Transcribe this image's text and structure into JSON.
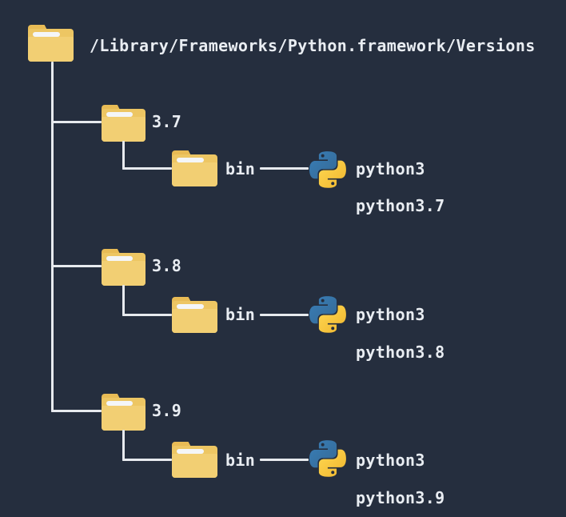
{
  "root": {
    "path": "/Library/Frameworks/Python.framework/Versions"
  },
  "versions": [
    {
      "name": "3.7",
      "bin": "bin",
      "exe_primary": "python3",
      "exe_versioned": "python3.7"
    },
    {
      "name": "3.8",
      "bin": "bin",
      "exe_primary": "python3",
      "exe_versioned": "python3.8"
    },
    {
      "name": "3.9",
      "bin": "bin",
      "exe_primary": "python3",
      "exe_versioned": "python3.9"
    }
  ],
  "icons": {
    "folder": "folder-icon",
    "python": "python-logo-icon"
  },
  "colors": {
    "background": "#252e3e",
    "line": "#e7eaee",
    "text": "#e9edf2",
    "folder_front": "#f2cf73",
    "folder_back": "#edc663",
    "folder_tab": "#e8bb55",
    "folder_paper": "#f4f6f8",
    "python_blue_top": "#387EB8",
    "python_blue_bottom": "#366994",
    "python_yellow_top": "#FFD852",
    "python_yellow_bottom": "#F0B62E"
  }
}
